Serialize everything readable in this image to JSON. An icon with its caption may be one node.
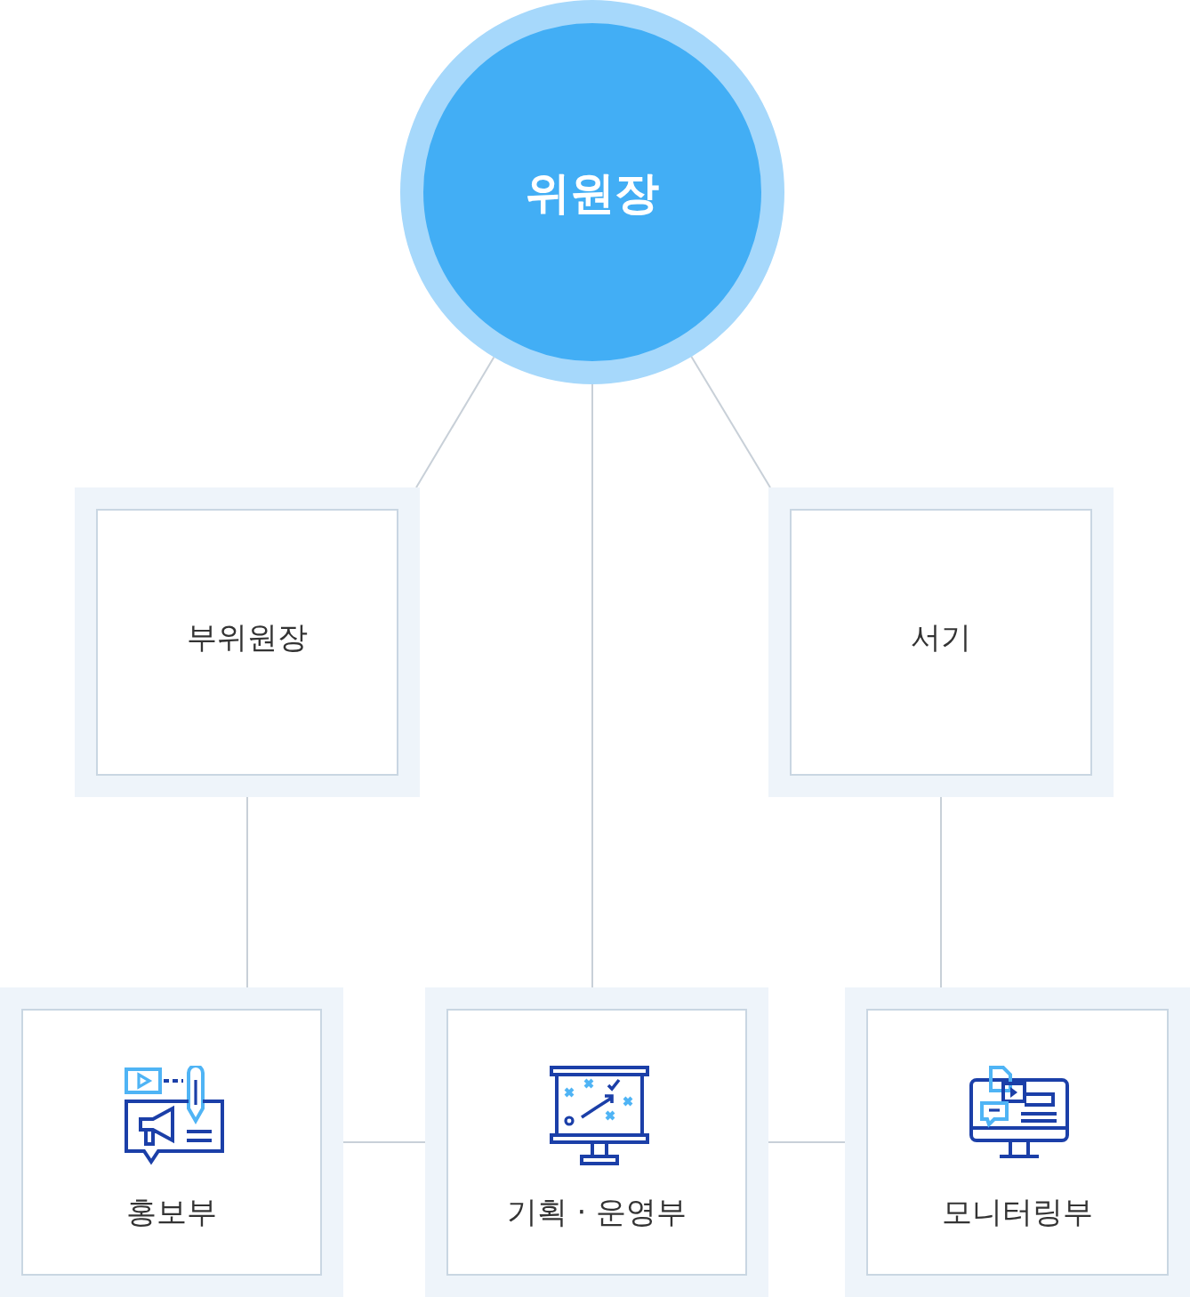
{
  "diagram": {
    "nodes": [
      {
        "text": [
          "위원장"
        ]
      },
      {
        "text": [
          "부위원장"
        ]
      },
      {
        "text": [
          "서기"
        ]
      },
      {
        "text": [
          "홍보부"
        ]
      },
      {
        "text": [
          "기획 · 운영부"
        ]
      },
      {
        "text": [
          "모니터링부"
        ]
      }
    ],
    "edges": [
      {
        "from": 0,
        "to": 1,
        "arrow": "none"
      },
      {
        "from": 0,
        "to": 2,
        "arrow": "none"
      },
      {
        "from": 0,
        "to": 4,
        "arrow": "none"
      },
      {
        "from": 1,
        "to": 3,
        "arrow": "none"
      },
      {
        "from": 2,
        "to": 5,
        "arrow": "none"
      },
      {
        "from": 3,
        "to": 4,
        "arrow": "none"
      },
      {
        "from": 4,
        "to": 5,
        "arrow": "none"
      }
    ]
  }
}
